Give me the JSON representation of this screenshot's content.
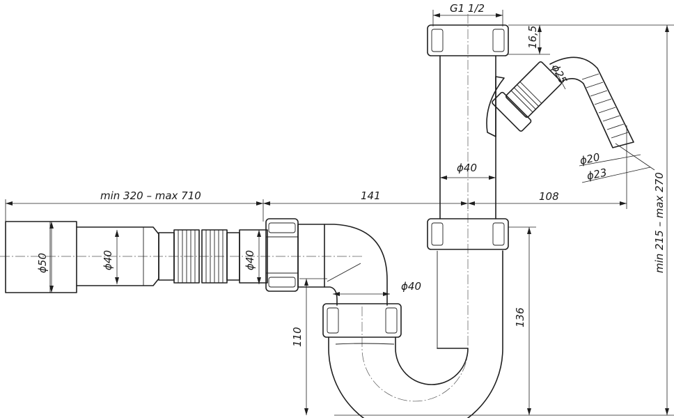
{
  "dimensions": {
    "thread": "G1 1/2",
    "top_height": "16,5",
    "outlet_dia": "ϕ25",
    "hose_inner": "ϕ20",
    "hose_outer": "ϕ23",
    "pipe_dia_vertical": "ϕ40",
    "side_offset": "108",
    "total_height": "min 215 – max 270",
    "flex_length": "min 320 – max 710",
    "mid_length": "141",
    "end_dia": "ϕ50",
    "flex_dia": "ϕ40",
    "nut_dia": "ϕ40",
    "trap_dia": "ϕ40",
    "trap_height": "110",
    "right_height": "136"
  }
}
